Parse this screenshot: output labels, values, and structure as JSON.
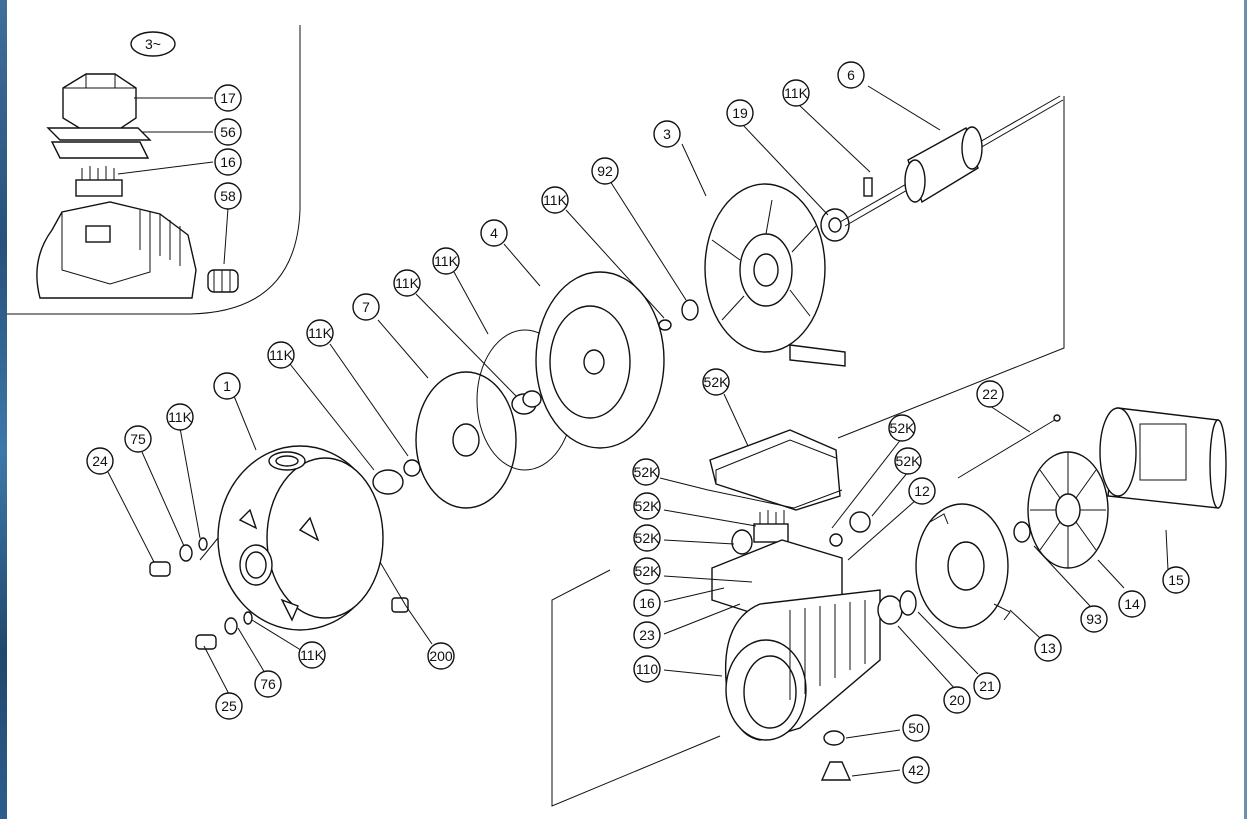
{
  "inset": {
    "phase_label": "3~",
    "callouts": [
      "17",
      "56",
      "16",
      "58"
    ]
  },
  "callouts": [
    {
      "id": "c-6",
      "label": "6"
    },
    {
      "id": "c-11k-a",
      "label": "11K"
    },
    {
      "id": "c-19",
      "label": "19"
    },
    {
      "id": "c-3",
      "label": "3"
    },
    {
      "id": "c-92",
      "label": "92"
    },
    {
      "id": "c-11k-b",
      "label": "11K"
    },
    {
      "id": "c-4",
      "label": "4"
    },
    {
      "id": "c-11k-c",
      "label": "11K"
    },
    {
      "id": "c-11k-d",
      "label": "11K"
    },
    {
      "id": "c-7",
      "label": "7"
    },
    {
      "id": "c-11k-e",
      "label": "11K"
    },
    {
      "id": "c-11k-f",
      "label": "11K"
    },
    {
      "id": "c-1",
      "label": "1"
    },
    {
      "id": "c-11k-g",
      "label": "11K"
    },
    {
      "id": "c-75",
      "label": "75"
    },
    {
      "id": "c-24",
      "label": "24"
    },
    {
      "id": "c-11k-h",
      "label": "11K"
    },
    {
      "id": "c-76",
      "label": "76"
    },
    {
      "id": "c-25",
      "label": "25"
    },
    {
      "id": "c-200",
      "label": "200"
    },
    {
      "id": "c-52k-a",
      "label": "52K"
    },
    {
      "id": "c-52k-b",
      "label": "52K"
    },
    {
      "id": "c-52k-c",
      "label": "52K"
    },
    {
      "id": "c-52k-d",
      "label": "52K"
    },
    {
      "id": "c-52k-e",
      "label": "52K"
    },
    {
      "id": "c-16",
      "label": "16"
    },
    {
      "id": "c-23",
      "label": "23"
    },
    {
      "id": "c-110",
      "label": "110"
    },
    {
      "id": "c-52k-f",
      "label": "52K"
    },
    {
      "id": "c-52k-g",
      "label": "52K"
    },
    {
      "id": "c-12",
      "label": "12"
    },
    {
      "id": "c-22",
      "label": "22"
    },
    {
      "id": "c-15",
      "label": "15"
    },
    {
      "id": "c-14",
      "label": "14"
    },
    {
      "id": "c-93",
      "label": "93"
    },
    {
      "id": "c-13",
      "label": "13"
    },
    {
      "id": "c-21",
      "label": "21"
    },
    {
      "id": "c-20",
      "label": "20"
    },
    {
      "id": "c-50",
      "label": "50"
    },
    {
      "id": "c-42",
      "label": "42"
    }
  ]
}
